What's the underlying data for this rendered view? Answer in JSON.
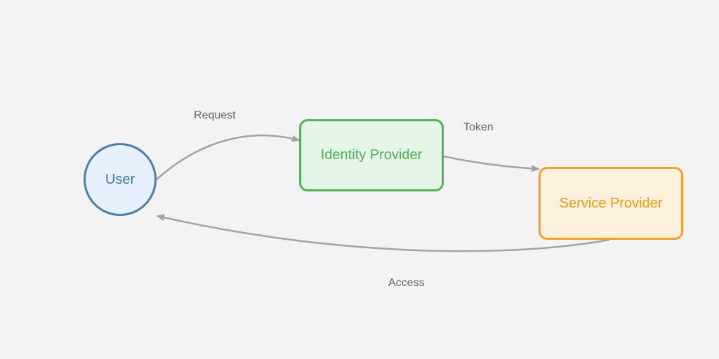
{
  "diagram": {
    "nodes": {
      "user": {
        "label": "User",
        "shape": "circle",
        "border_color": "#4a7fa7",
        "fill_color": "#e6f1fd",
        "text_color": "#3e79a6"
      },
      "identity_provider": {
        "label": "Identity Provider",
        "shape": "rounded-rect",
        "border_color": "#52b356",
        "fill_color": "#e5f5e7",
        "text_color": "#4caf50"
      },
      "service_provider": {
        "label": "Service Provider",
        "shape": "rounded-rect",
        "border_color": "#f4a12a",
        "fill_color": "#fdf0dd",
        "text_color": "#f39a12"
      }
    },
    "edges": {
      "request": {
        "label": "Request",
        "from": "User",
        "to": "Identity Provider"
      },
      "token": {
        "label": "Token",
        "from": "Identity Provider",
        "to": "Service Provider"
      },
      "access": {
        "label": "Access",
        "from": "Service Provider",
        "to": "User"
      }
    },
    "edge_color": "#a3a3a3",
    "background_color": "#f3f3f5"
  }
}
